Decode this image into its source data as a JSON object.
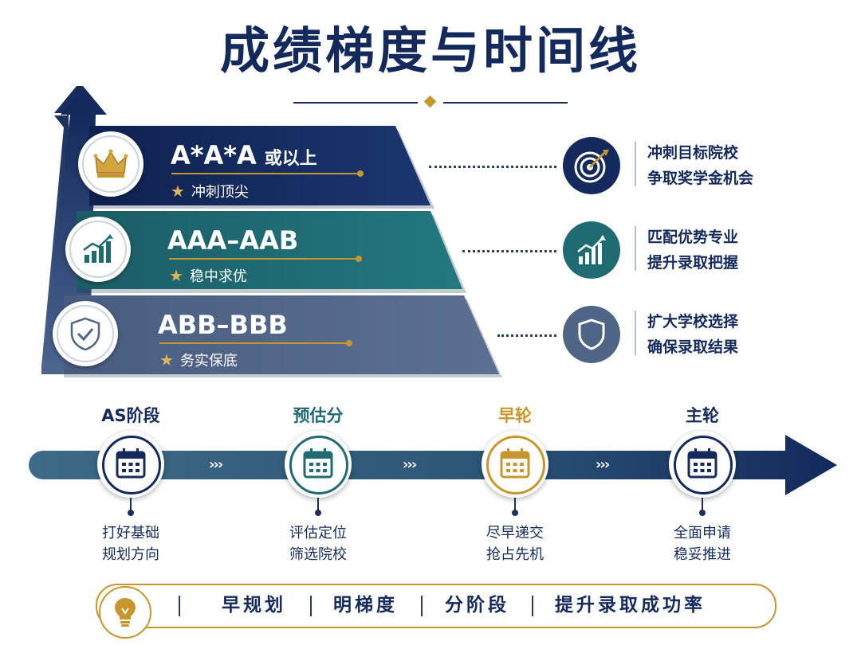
{
  "title": "成绩梯度与时间线",
  "colors": {
    "navy": "#142a5c",
    "teal": "#1f6b72",
    "slate": "#4f6586",
    "gold": "#c9962e"
  },
  "tiers": [
    {
      "grade": "A*A*A",
      "suffix": "或以上",
      "tag": "冲刺顶尖",
      "icon": "crown-icon",
      "side_icon": "target-icon",
      "side_lines": [
        "冲刺目标院校",
        "争取奖学金机会"
      ]
    },
    {
      "grade": "AAA–AAB",
      "suffix": "",
      "tag": "稳中求优",
      "icon": "growth-chart-icon",
      "side_icon": "growth-chart-icon",
      "side_lines": [
        "匹配优势专业",
        "提升录取把握"
      ]
    },
    {
      "grade": "ABB–BBB",
      "suffix": "",
      "tag": "务实保底",
      "icon": "shield-check-icon",
      "side_icon": "shield-icon",
      "side_lines": [
        "扩大学校选择",
        "确保录取结果"
      ]
    }
  ],
  "timeline": [
    {
      "label": "AS阶段",
      "color": "#142a5c",
      "icon": "calendar-icon",
      "lines": [
        "打好基础",
        "规划方向"
      ]
    },
    {
      "label": "预估分",
      "color": "#1f6b72",
      "icon": "calendar-icon",
      "lines": [
        "评估定位",
        "筛选院校"
      ]
    },
    {
      "label": "早轮",
      "color": "#c9962e",
      "icon": "calendar-icon",
      "lines": [
        "尽早递交",
        "抢占先机"
      ]
    },
    {
      "label": "主轮",
      "color": "#142a5c",
      "icon": "calendar-icon",
      "lines": [
        "全面申请",
        "稳妥推进"
      ]
    }
  ],
  "timeline_arrow_glyph": "›››",
  "tier_star_glyph": "★",
  "banner": {
    "icon": "lightbulb-icon",
    "items": [
      "早规划",
      "明梯度",
      "分阶段",
      "提升录取成功率"
    ]
  }
}
